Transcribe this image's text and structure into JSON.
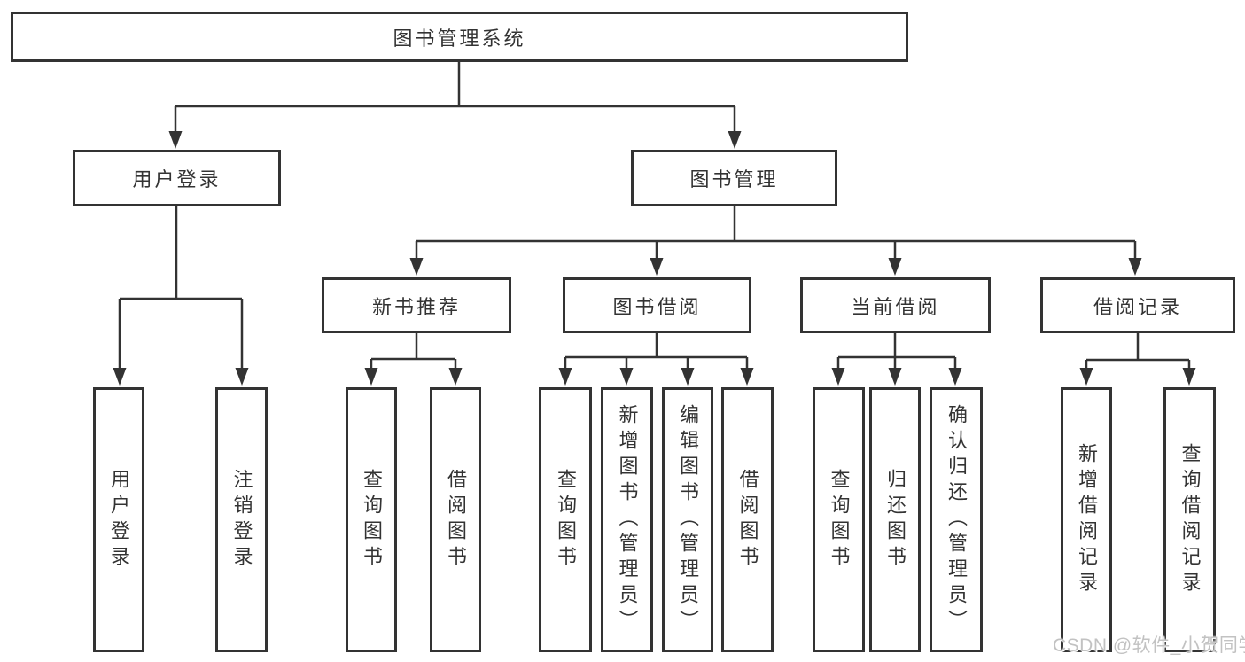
{
  "diagram": {
    "root": {
      "label": "图书管理系统"
    },
    "branches": [
      {
        "label": "用户登录",
        "children": [
          {
            "label": "用户登录"
          },
          {
            "label": "注销登录"
          }
        ]
      },
      {
        "label": "图书管理",
        "children": [
          {
            "label": "新书推荐",
            "children": [
              {
                "label": "查询图书"
              },
              {
                "label": "借阅图书"
              }
            ]
          },
          {
            "label": "图书借阅",
            "children": [
              {
                "label": "查询图书"
              },
              {
                "label": "新增图书（管理员）"
              },
              {
                "label": "编辑图书（管理员）"
              },
              {
                "label": "借阅图书"
              }
            ]
          },
          {
            "label": "当前借阅",
            "children": [
              {
                "label": "查询图书"
              },
              {
                "label": "归还图书"
              },
              {
                "label": "确认归还（管理员）"
              }
            ]
          },
          {
            "label": "借阅记录",
            "children": [
              {
                "label": "新增借阅记录"
              },
              {
                "label": "查询借阅记录"
              }
            ]
          }
        ]
      }
    ]
  },
  "watermark": {
    "text": "CSDN @软件_小贺同学"
  },
  "colors": {
    "line": "#333333",
    "box_border": "#333333",
    "text": "#333333",
    "background": "#ffffff",
    "watermark": "#c2c2c2"
  }
}
